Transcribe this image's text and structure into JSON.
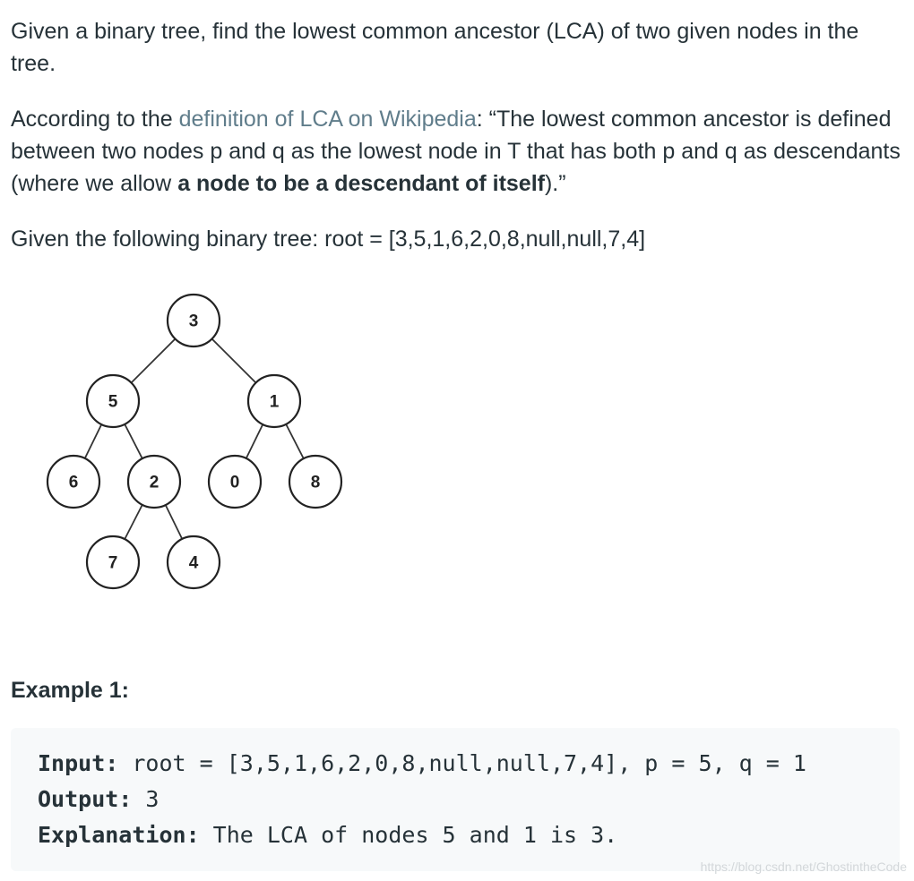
{
  "intro": {
    "text": "Given a binary tree, find the lowest common ancestor (LCA) of two given nodes in the tree."
  },
  "definition": {
    "lead": "According to the ",
    "link_text": "definition of LCA on Wikipedia",
    "mid": ": “The lowest common ancestor is defined between two nodes p and q as the lowest node in T that has both p and q as descendants (where we allow ",
    "bold": "a node to be a descendant of itself",
    "tail": ").”"
  },
  "given": {
    "text": "Given the following binary tree:  root = [3,5,1,6,2,0,8,null,null,7,4]"
  },
  "tree": {
    "nodes": [
      "3",
      "5",
      "1",
      "6",
      "2",
      "0",
      "8",
      "7",
      "4"
    ]
  },
  "example": {
    "heading": "Example 1:",
    "input_label": "Input:",
    "input_value": " root = [3,5,1,6,2,0,8,null,null,7,4], p = 5, q = 1",
    "output_label": "Output:",
    "output_value": " 3",
    "explanation_label": "Explanation:",
    "explanation_value": " The LCA of nodes 5 and 1 is 3."
  },
  "watermark": "https://blog.csdn.net/GhostintheCode"
}
